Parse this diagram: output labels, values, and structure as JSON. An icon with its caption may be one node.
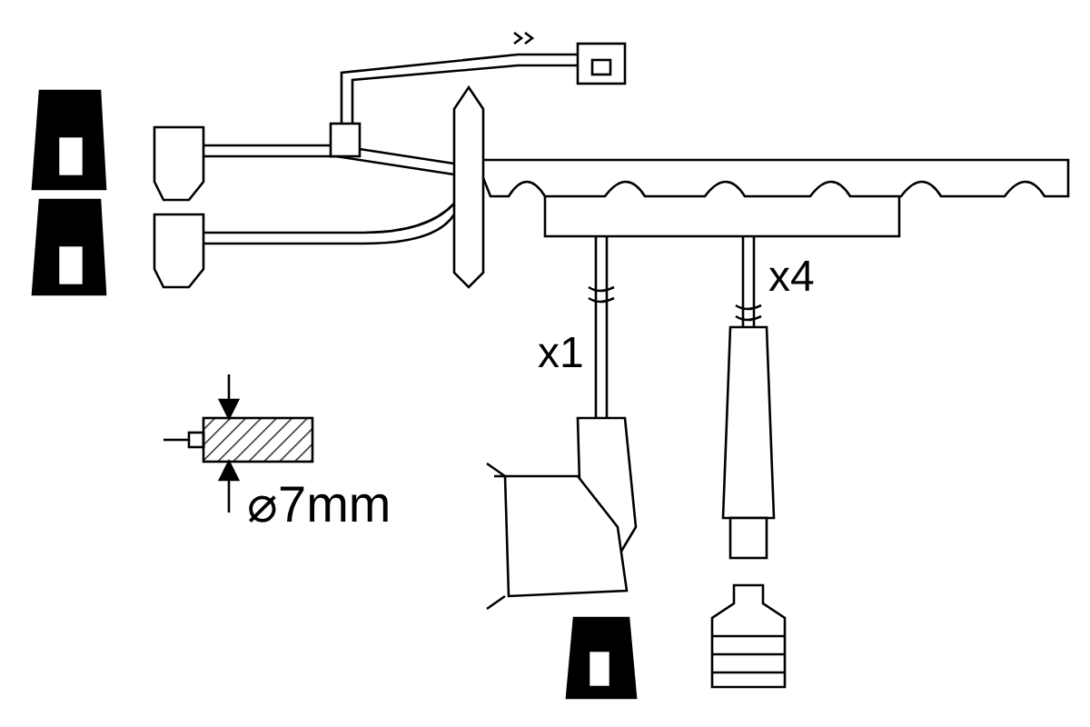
{
  "diagram": {
    "labels": [
      "x4",
      "x1",
      "⌀7mm"
    ]
  }
}
